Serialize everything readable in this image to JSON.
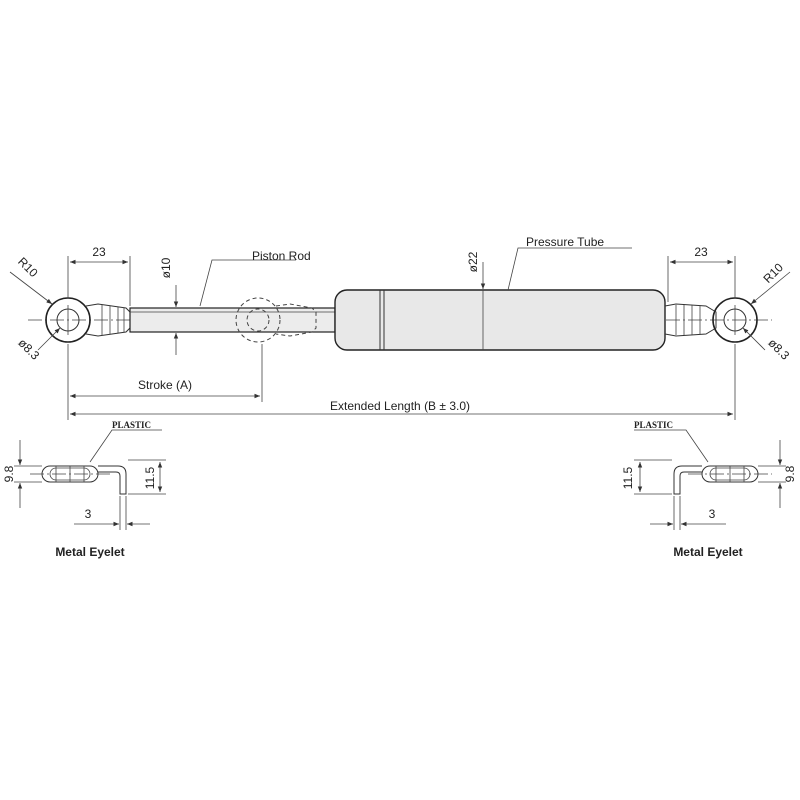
{
  "dimensions": {
    "end_length_left": "23",
    "end_length_right": "23",
    "rod_diameter": "ø10",
    "tube_diameter": "ø22",
    "radius_left": "R10",
    "radius_right": "R10",
    "hole_left": "ø8.3",
    "hole_right": "ø8.3",
    "stroke": "Stroke (A)",
    "extended_length": "Extended Length (B ± 3.0)"
  },
  "callouts": {
    "piston_rod": "Piston Rod",
    "pressure_tube": "Pressure Tube"
  },
  "eyelet_left": {
    "material": "PLASTIC",
    "height_inner": "9.8",
    "height_outer": "11.5",
    "thickness": "3",
    "caption": "Metal Eyelet"
  },
  "eyelet_right": {
    "material": "PLASTIC",
    "height_inner": "9.8",
    "height_outer": "11.5",
    "thickness": "3",
    "caption": "Metal Eyelet"
  }
}
